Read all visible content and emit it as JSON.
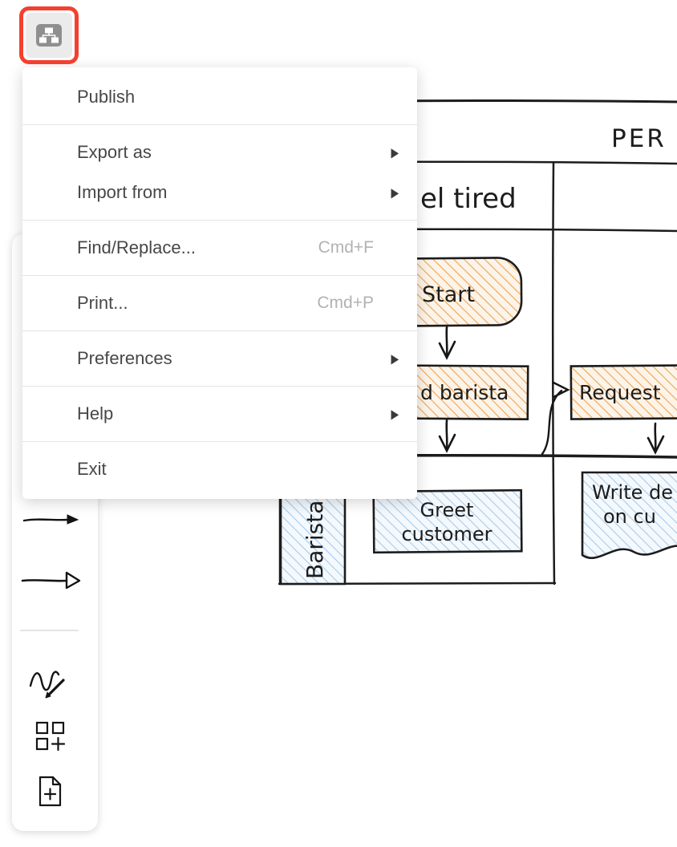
{
  "colors": {
    "highlight_red": "#f4402f",
    "sketch_orange": "#edaa5e",
    "sketch_blue": "#a9cbe9",
    "ink": "#1c1c1c"
  },
  "icons": {
    "submenu_arrow": "▶",
    "app_icon": "diagram-tree-icon",
    "toolbar_tools": [
      "straight-arrow",
      "open-head-arrow",
      "freehand-draw",
      "insert-shape",
      "insert-page"
    ]
  },
  "menu": {
    "items": [
      {
        "label": "Publish"
      },
      {
        "label": "Export as"
      },
      {
        "label": "Import from"
      },
      {
        "label": "Find/Replace...",
        "shortcut": "Cmd+F"
      },
      {
        "label": "Print...",
        "shortcut": "Cmd+P"
      },
      {
        "label": "Preferences"
      },
      {
        "label": "Help"
      },
      {
        "label": "Exit"
      }
    ]
  },
  "canvas": {
    "table_header": "PER",
    "scenario_text": "el tired",
    "lane_label": "Barista",
    "nodes": {
      "start": "Start",
      "find_barista": "d barista",
      "request": "Request",
      "greet_line1": "Greet",
      "greet_line2": "customer",
      "write_line1": "Write de",
      "write_line2": "on cu"
    }
  }
}
